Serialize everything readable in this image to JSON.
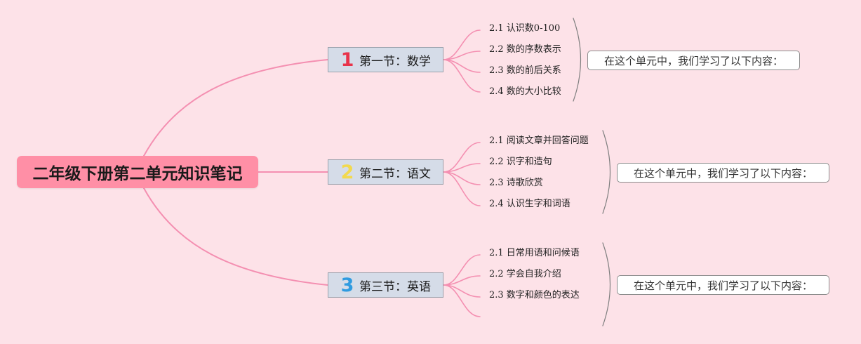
{
  "root": {
    "title": "二年级下册第二单元知识笔记"
  },
  "colors": {
    "background": "#fde2e8",
    "root_fill": "#ff8fa6",
    "branch_line": "#f48fb1",
    "section_fill": "#d5dce8",
    "brace": "#7f7f7f",
    "num_1": "#e8334a",
    "num_2": "#f2d94e",
    "num_3": "#2f9be0"
  },
  "sections": [
    {
      "number": "1",
      "title": "第一节：数学",
      "items": [
        "2.1 认识数0-100",
        "2.2 数的序数表示",
        "2.3 数的前后关系",
        "2.4 数的大小比较"
      ],
      "summary": "在这个单元中，我们学习了以下内容："
    },
    {
      "number": "2",
      "title": "第二节：语文",
      "items": [
        "2.1 阅读文章并回答问题",
        "2.2 识字和造句",
        "2.3 诗歌欣赏",
        "2.4 认识生字和词语"
      ],
      "summary": "在这个单元中，我们学习了以下内容："
    },
    {
      "number": "3",
      "title": "第三节：英语",
      "items": [
        "2.1 日常用语和问候语",
        "2.2 学会自我介绍",
        "2.3 数字和颜色的表达",
        ""
      ],
      "summary": "在这个单元中，我们学习了以下内容："
    }
  ]
}
